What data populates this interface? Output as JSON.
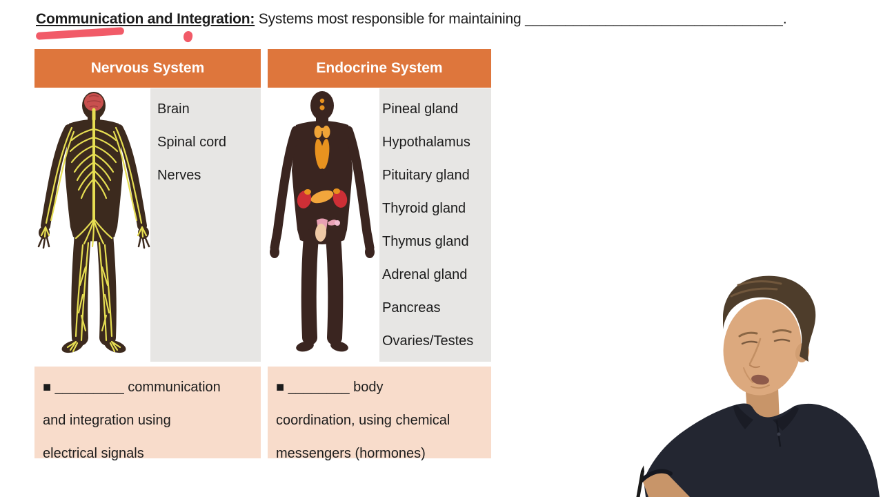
{
  "title": {
    "bold": "Communication and Integration:",
    "rest": " Systems most responsible for maintaining ",
    "blank": "________________________________",
    "period": "."
  },
  "annotations": {
    "marker_color": "#f15b68",
    "marks": [
      "underline-swoosh under Communication",
      "dot under Integration"
    ]
  },
  "table": {
    "columns": [
      {
        "header": "Nervous System",
        "items": [
          "Brain",
          "Spinal cord",
          "Nerves"
        ],
        "note": [
          "■ _________ communication",
          "and integration using",
          "electrical signals"
        ]
      },
      {
        "header": "Endocrine System",
        "items": [
          "Pineal gland",
          "Hypothalamus",
          "Pituitary gland",
          "Thyroid gland",
          "Thymus gland",
          "Adrenal gland",
          "Pancreas",
          "Ovaries/Testes"
        ],
        "note": [
          "■ ________ body",
          "coordination, using chemical",
          "messengers (hormones)"
        ]
      }
    ]
  },
  "colors": {
    "header_bg": "#de763c",
    "list_panel_bg": "#e7e6e4",
    "note_bg": "#f8dccb",
    "marker_red": "#f15b68",
    "body_silhouette": "#3c2a1e",
    "nerve_yellow": "#e6de52",
    "brain_red": "#c8504e",
    "gland_orange": "#e8921f",
    "adrenal_red": "#ce2f36",
    "shirt_black": "#232631"
  }
}
